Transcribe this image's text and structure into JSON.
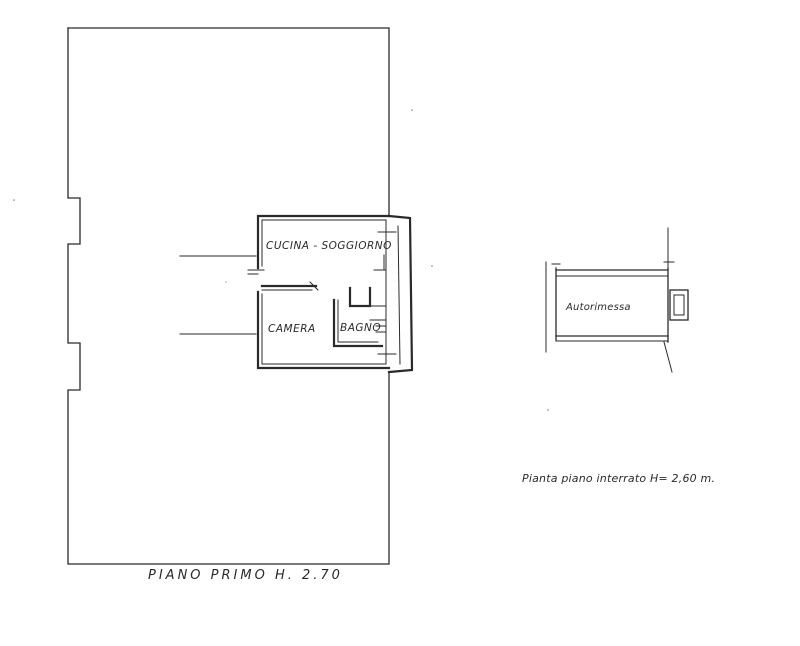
{
  "first_floor": {
    "title": "PIANO PRIMO H. 2.70",
    "rooms": {
      "kitchen_living": "CUCINA - SOGGIORNO",
      "bedroom": "CAMERA",
      "bathroom": "BAGNO"
    }
  },
  "basement": {
    "garage_label": "Autorimessa",
    "caption": "Pianta piano interrato H= 2,60 m."
  }
}
